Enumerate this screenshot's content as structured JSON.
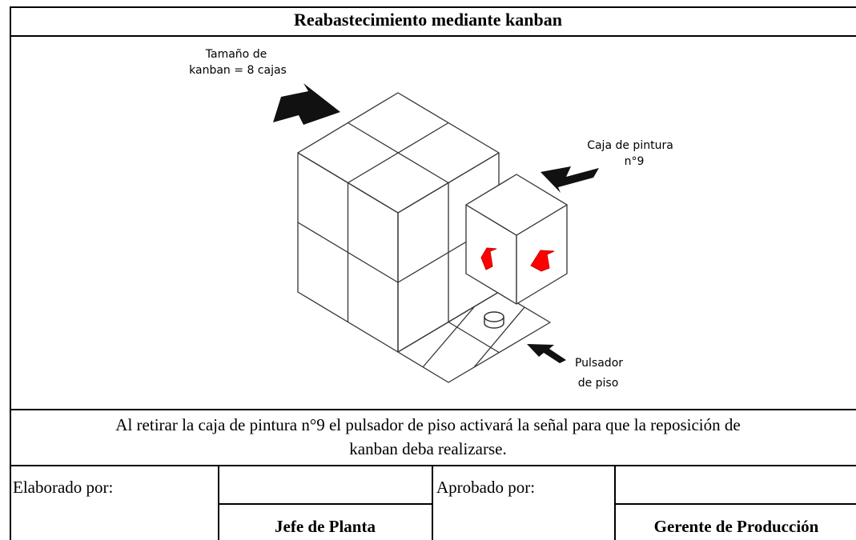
{
  "title": "Reabastecimiento mediante kanban",
  "diagram": {
    "labels": {
      "kanban_size": [
        "Tamaño de",
        "kanban = 8 cajas"
      ],
      "paint_box": [
        "Caja de pintura",
        "n°9"
      ],
      "floor_button": [
        "Pulsador",
        "de piso"
      ]
    },
    "colors": {
      "arrow_dark": "#111111",
      "arrow_red": "#ff0000",
      "line": "#333333"
    }
  },
  "caption": {
    "line1": "Al retirar la caja de pintura n°9 el pulsador de piso activará la señal para que la reposición de",
    "line2": "kanban deba realizarse."
  },
  "signatures": {
    "prepared_label": "Elaborado por:",
    "prepared_role": "Jefe de Planta",
    "approved_label": "Aprobado por:",
    "approved_role": "Gerente de Producción"
  }
}
